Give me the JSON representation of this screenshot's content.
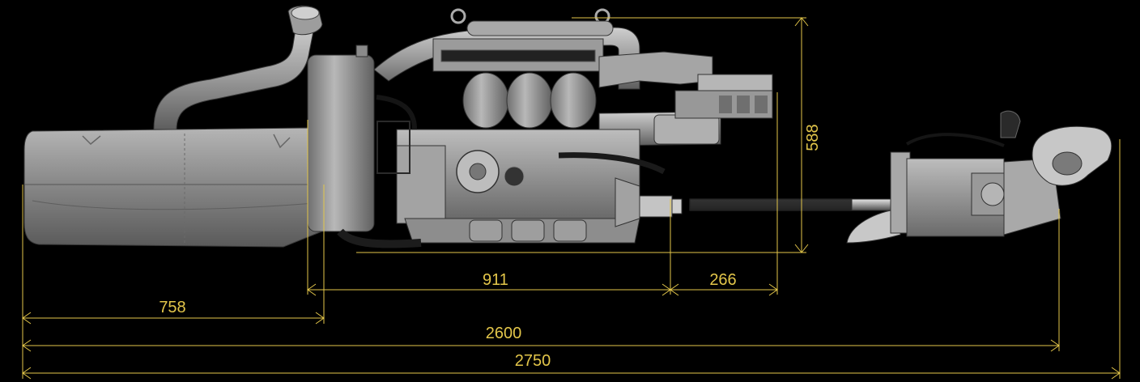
{
  "colors": {
    "background": "#000000",
    "dimension": "#e3c64a",
    "metal_light": "#c9c9c9",
    "metal_mid": "#8c8c8c",
    "metal_dark": "#4a4a4a"
  },
  "dimensions": {
    "fuel_tank_length": "758",
    "engine_length": "911",
    "coupling_length": "266",
    "engine_height": "588",
    "overall_length_short": "2600",
    "overall_length_total": "2750"
  }
}
